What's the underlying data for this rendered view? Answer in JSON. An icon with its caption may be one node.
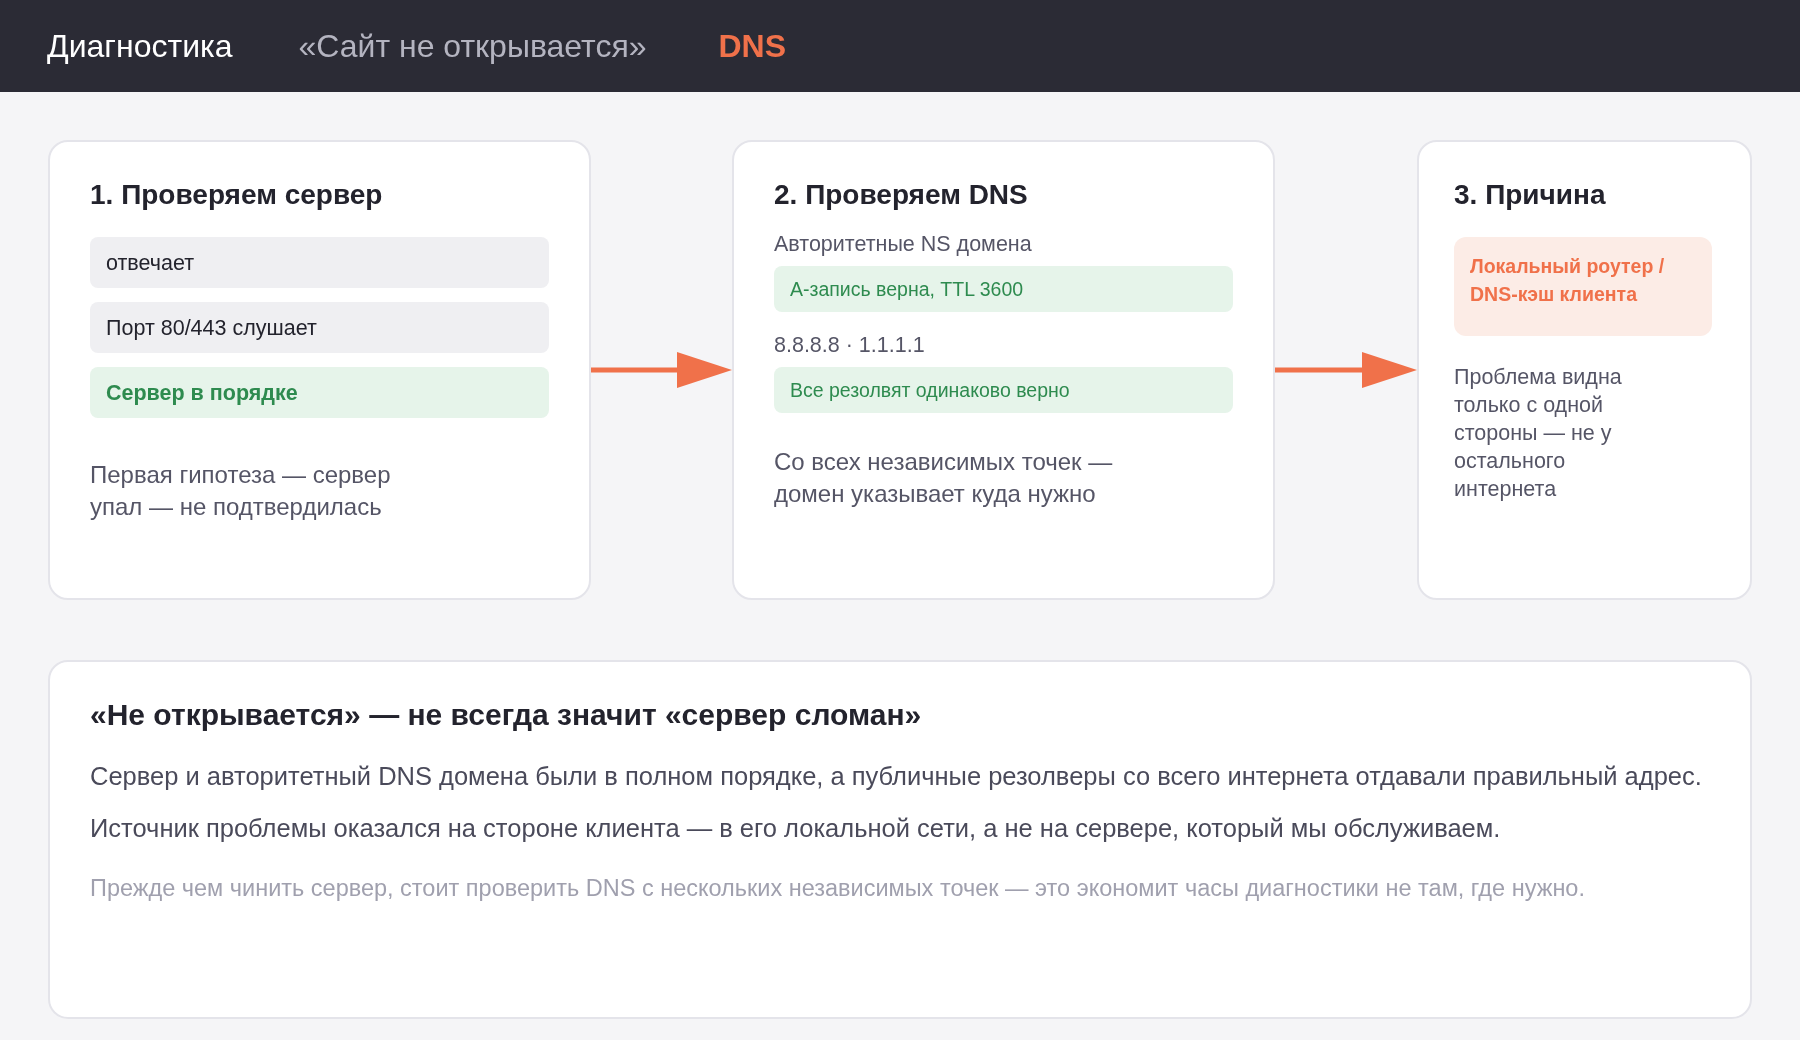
{
  "diagram": {
    "nodes": [
      {
        "text": [
          "Диагностика",
          "«Сайт не открывается»",
          "DNS"
        ]
      },
      {
        "text": [
          "1. Проверяем сервер",
          "Первая гипотеза — сервер упал — не подтвердилась"
        ]
      },
      {
        "text": [
          "отвечает"
        ],
        "in": 1
      },
      {
        "text": [
          "Порт 80/443 слушает"
        ],
        "in": 1
      },
      {
        "text": [
          "Сервер в порядке"
        ],
        "in": 1
      },
      {
        "text": [
          "2. Проверяем DNS",
          "Авторитетные NS домена",
          "8.8.8.8 · 1.1.1.1",
          "Со всех независимых точек — домен указывает куда нужно"
        ]
      },
      {
        "text": [
          "А-запись верна, TTL 3600"
        ],
        "in": 5
      },
      {
        "text": [
          "Все резолвят одинаково верно"
        ],
        "in": 5
      },
      {
        "text": [
          "3. Причина",
          "Проблема видна только с одной стороны — не у остального интернета"
        ]
      },
      {
        "text": [
          "Локальный роутер / DNS-кэш клиента"
        ],
        "in": 8
      },
      {
        "text": [
          "«Не открывается» — не всегда значит «сервер сломан»",
          "Сервер и авторитетный DNS домена были в полном порядке, а публичные резолверы со всего интернета отдавали правильный адрес.",
          "Источник проблемы оказался на стороне клиента — в его локальной сети, а не на сервере, который мы обслуживаем.",
          "Прежде чем чинить сервер, стоит проверить DNS с нескольких независимых точек — это экономит часы диагностики не там, где нужно."
        ]
      }
    ],
    "edges": [
      {
        "from": 1,
        "to": 5,
        "arrow": "to"
      },
      {
        "from": 5,
        "to": 8,
        "arrow": "to"
      }
    ]
  }
}
